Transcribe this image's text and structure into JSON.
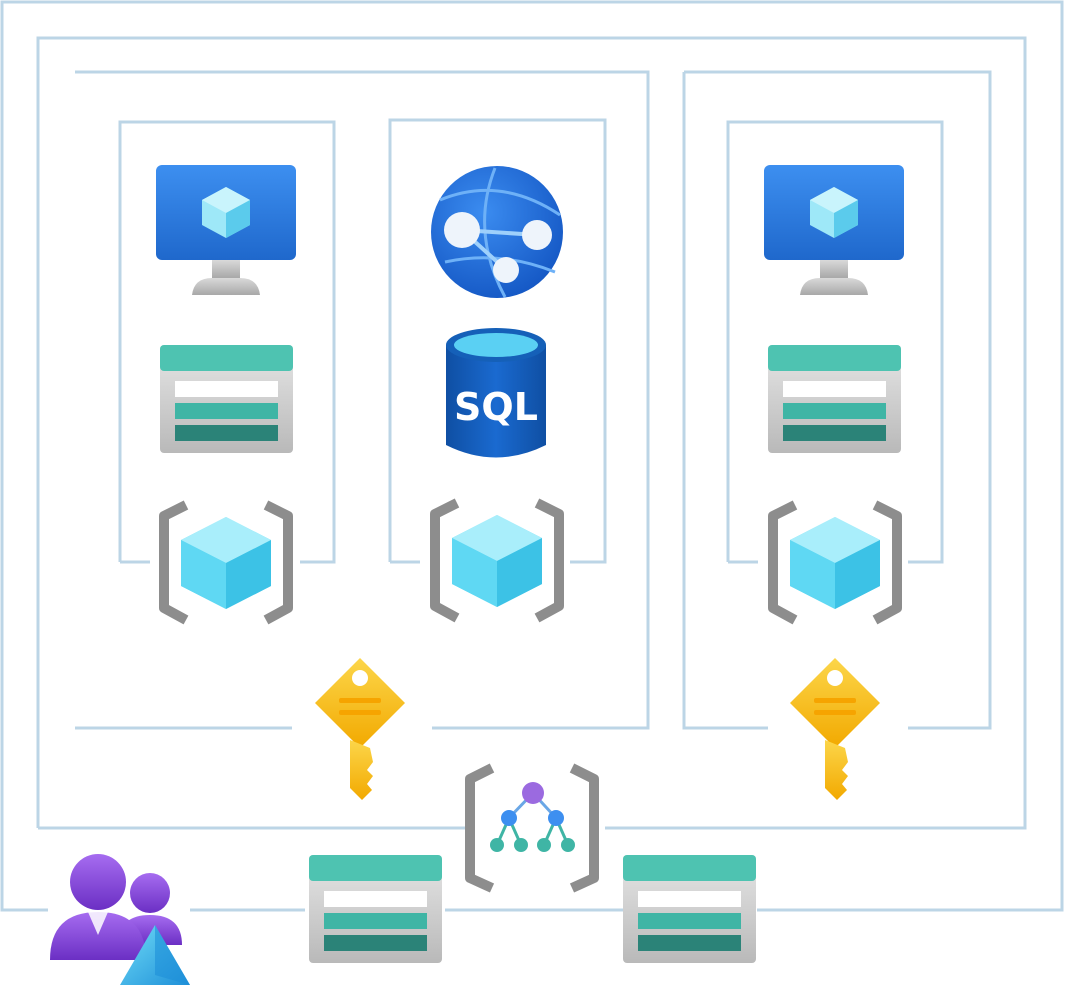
{
  "diagram": {
    "sql_label": "SQL",
    "colors": {
      "boundary_line": "#bcd5e6",
      "monitor_blue": "#2f7fe0",
      "cube_cyan": "#5fdcf5",
      "storage_teal": "#3fb5a5",
      "storage_dark_teal": "#2b8378",
      "bracket_gray": "#8d8d8d",
      "key_yellow": "#fbc21c",
      "user_purple": "#8a4fd8",
      "sql_blue": "#1560b8",
      "web_blue": "#1d6bd6"
    },
    "nodes": [
      {
        "id": "vm-left",
        "icon": "virtual-machine-icon"
      },
      {
        "id": "storage-left",
        "icon": "storage-account-icon"
      },
      {
        "id": "container-left",
        "icon": "container-cube-icon"
      },
      {
        "id": "web-app",
        "icon": "web-app-globe-icon"
      },
      {
        "id": "sql-db",
        "icon": "sql-database-icon"
      },
      {
        "id": "container-middle",
        "icon": "container-cube-icon"
      },
      {
        "id": "vm-right",
        "icon": "virtual-machine-icon"
      },
      {
        "id": "storage-right",
        "icon": "storage-account-icon"
      },
      {
        "id": "container-right",
        "icon": "container-cube-icon"
      },
      {
        "id": "key-left",
        "icon": "key-icon"
      },
      {
        "id": "key-right",
        "icon": "key-icon"
      },
      {
        "id": "hierarchy",
        "icon": "resource-hierarchy-icon"
      },
      {
        "id": "storage-bottom-left",
        "icon": "storage-account-icon"
      },
      {
        "id": "storage-bottom-right",
        "icon": "storage-account-icon"
      },
      {
        "id": "users",
        "icon": "users-group-icon"
      }
    ]
  }
}
